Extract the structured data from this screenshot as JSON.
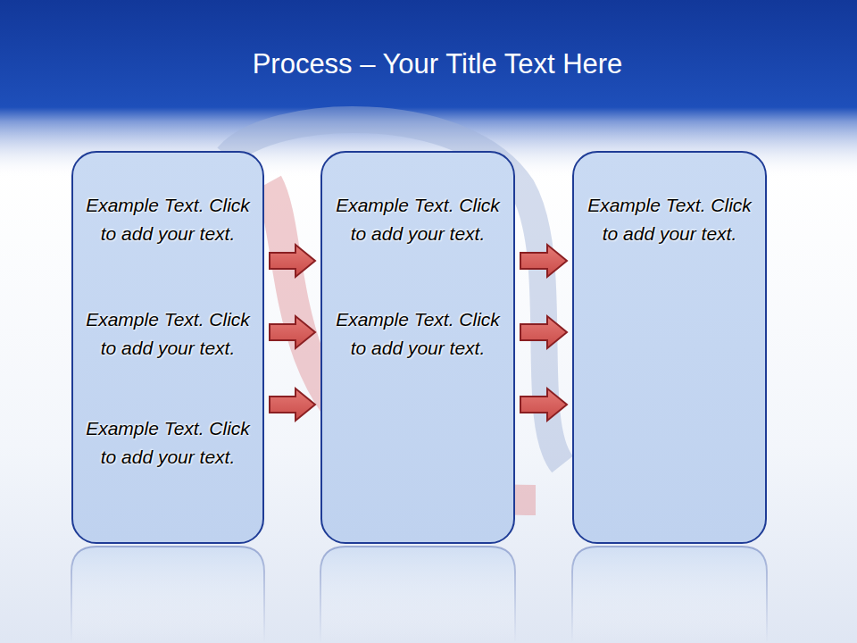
{
  "diagram": {
    "title": "Process – Your Title Text Here",
    "nodes": [
      {
        "text": [
          "Example Text. Click to add your text.",
          "Example Text. Click to add your text.",
          "Example Text. Click to add your text."
        ]
      },
      {
        "text": [
          "Example Text. Click to add your text.",
          "Example Text. Click to add your text."
        ]
      },
      {
        "text": [
          "Example Text. Click to add your text."
        ]
      }
    ],
    "edges": [
      {
        "from": 0,
        "to": 1,
        "arrow": "to"
      },
      {
        "from": 0,
        "to": 1,
        "arrow": "to"
      },
      {
        "from": 0,
        "to": 1,
        "arrow": "to"
      },
      {
        "from": 1,
        "to": 2,
        "arrow": "to"
      },
      {
        "from": 1,
        "to": 2,
        "arrow": "to"
      },
      {
        "from": 1,
        "to": 2,
        "arrow": "to"
      }
    ]
  }
}
